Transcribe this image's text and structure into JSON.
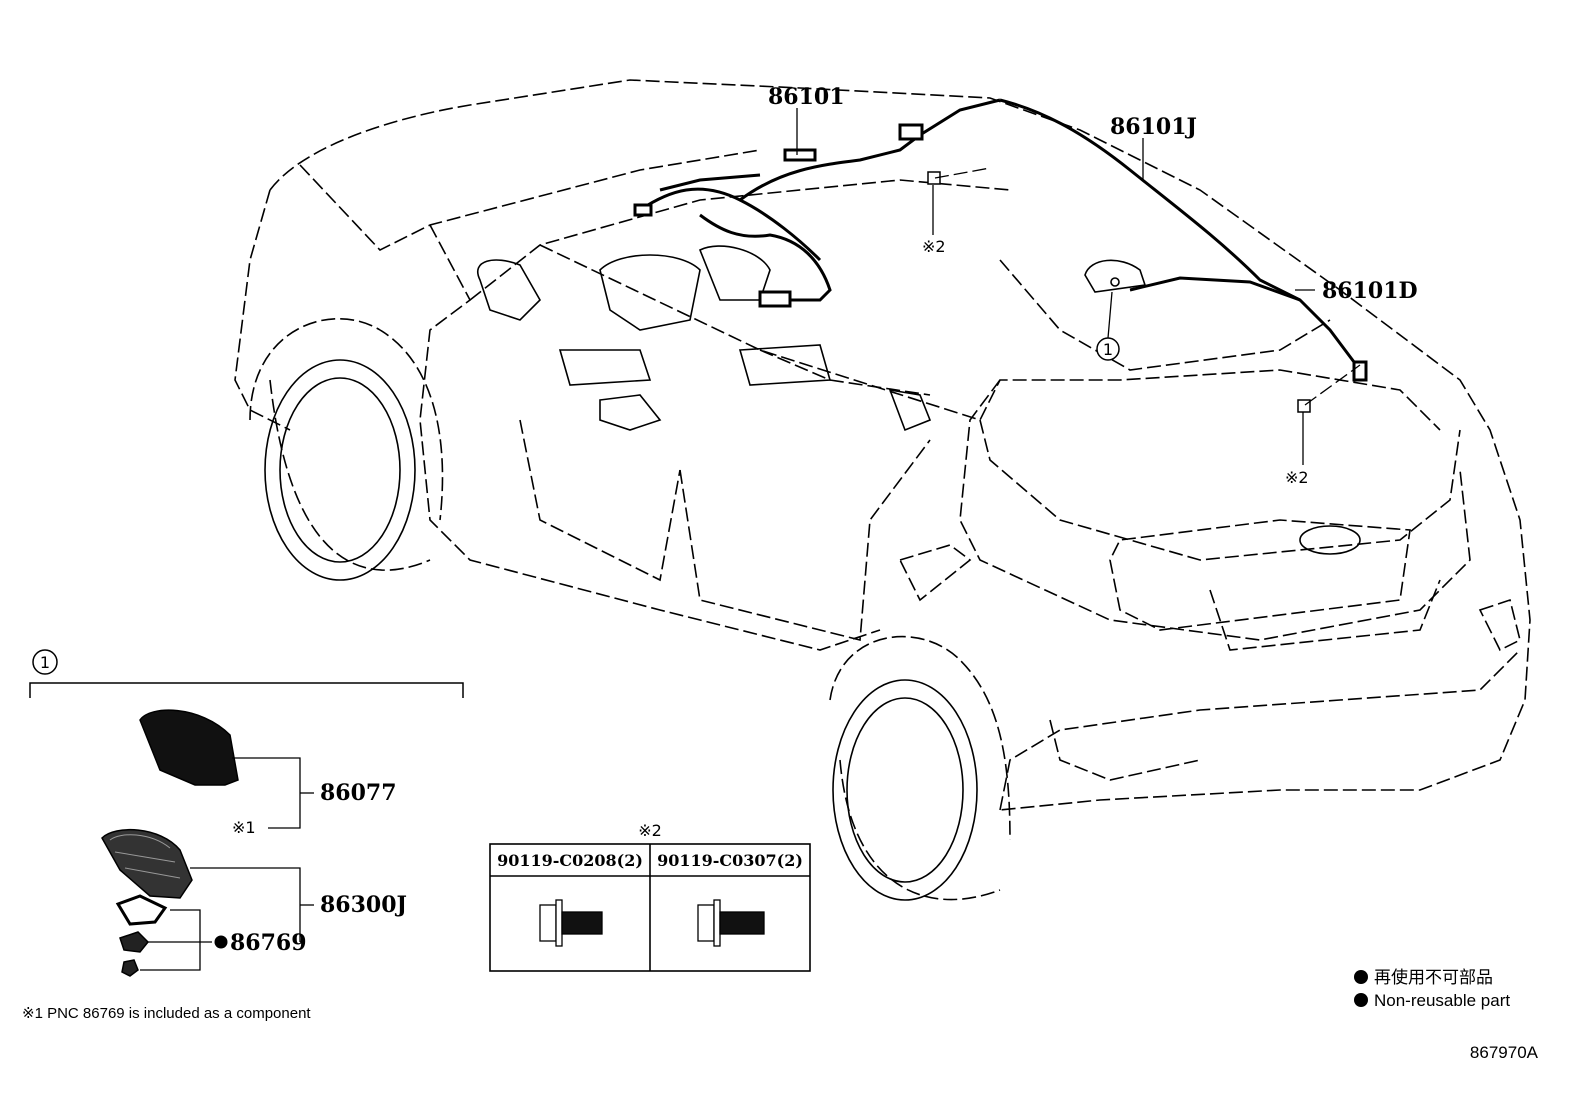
{
  "parts": {
    "harness_main": "86101",
    "harness_roof": "86101J",
    "harness_antenna": "86101D",
    "antenna_cover": "86077",
    "antenna_assy": "86300J",
    "gasket": "86769",
    "note_mark_1": "※1",
    "note_mark_2": "※2",
    "callout_1": "1"
  },
  "table": {
    "title": "※2",
    "columns": [
      "90119-C0208(2)",
      "90119-C0307(2)"
    ]
  },
  "notes": {
    "footnote": "※1 PNC 86769 is included as a component",
    "legend_jp": "再使用不可部品",
    "legend_en": "Non-reusable part",
    "diagram_code": "867970A"
  },
  "colors": {
    "line": "#000000",
    "background": "#ffffff"
  }
}
